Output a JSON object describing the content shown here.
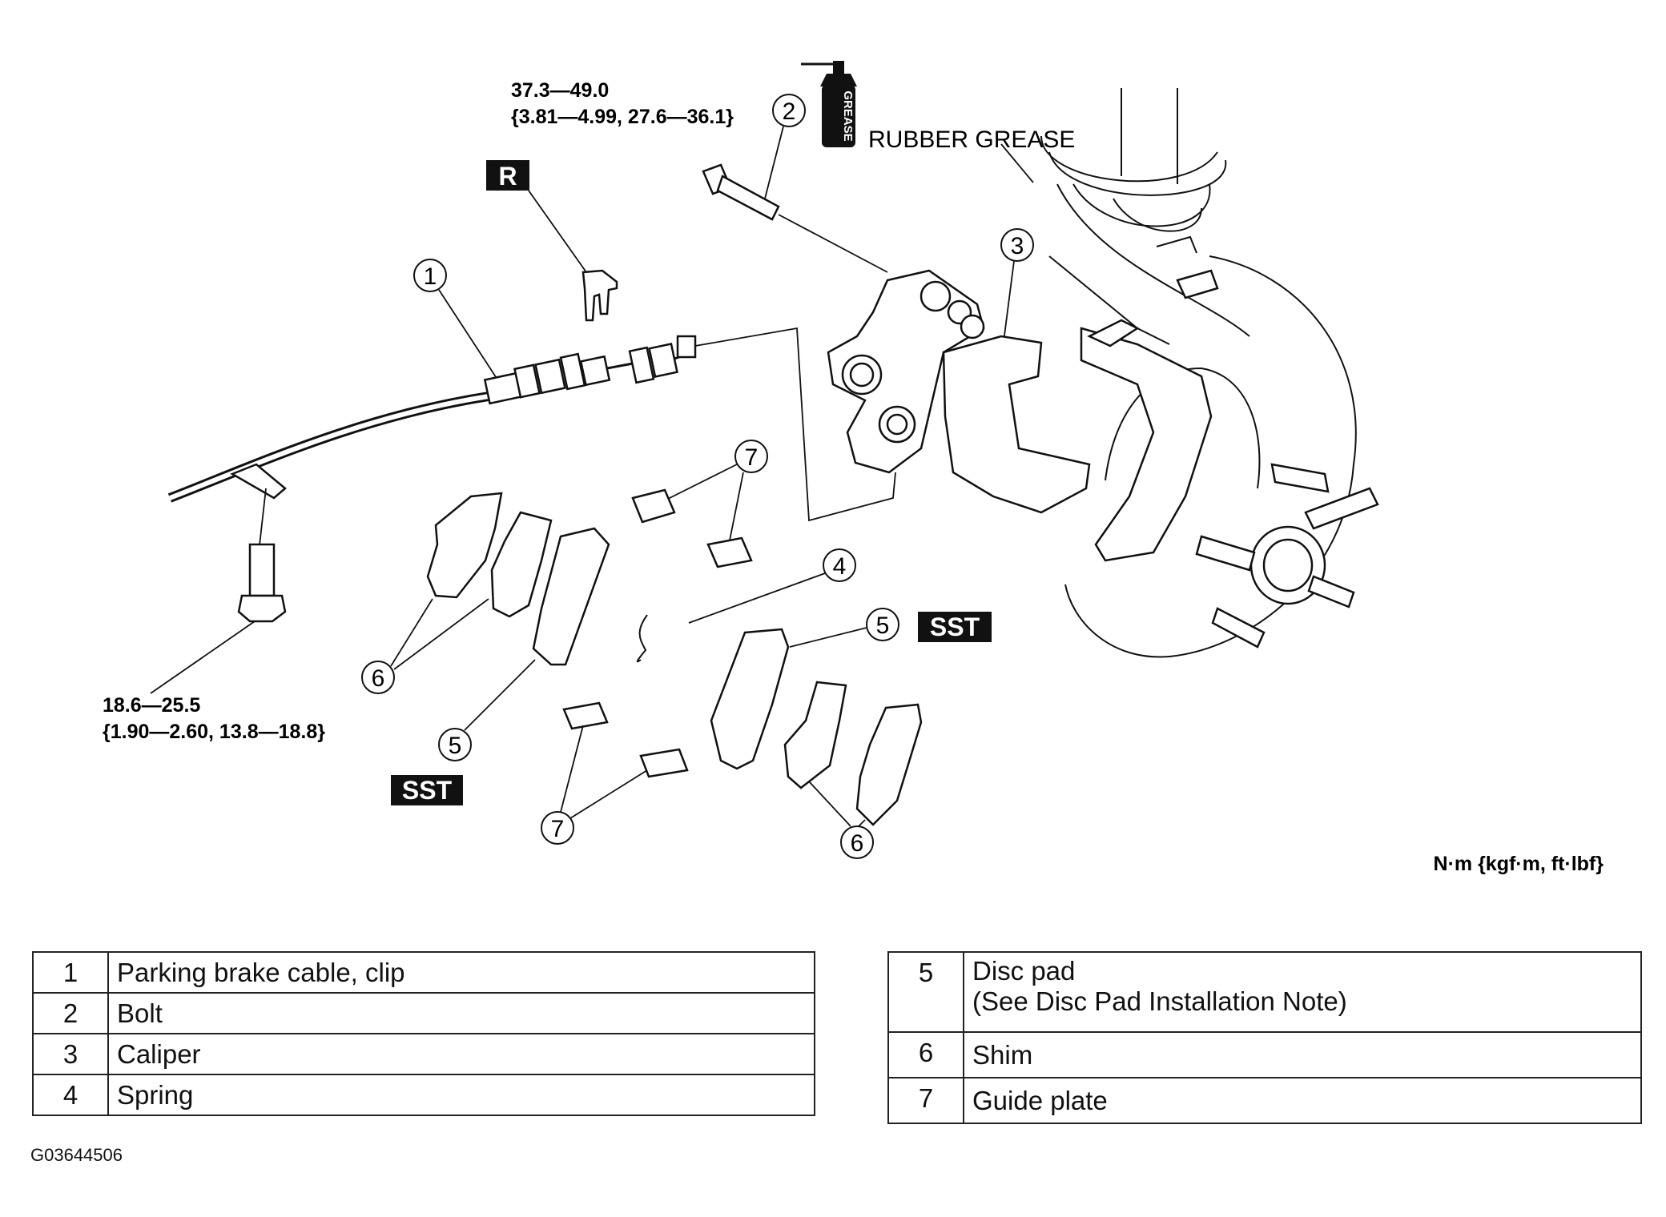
{
  "torque_top": {
    "line1": "37.3—49.0",
    "line2": "{3.81—4.99, 27.6—36.1}"
  },
  "torque_bottom": {
    "line1": "18.6—25.5",
    "line2": "{1.90—2.60, 13.8—18.8}"
  },
  "grease": {
    "can_label": "GREASE",
    "caption": "RUBBER GREASE"
  },
  "badges": {
    "r": "R",
    "sst_right": "SST",
    "sst_left": "SST"
  },
  "callouts": {
    "c1": "1",
    "c2": "2",
    "c3": "3",
    "c4": "4",
    "c5_right": "5",
    "c5_left": "5",
    "c6_left": "6",
    "c6_right": "6",
    "c7_top": "7",
    "c7_bottom": "7"
  },
  "units_note": "N·m {kgf·m, ft·lbf}",
  "legend_left": [
    {
      "num": "1",
      "name": "Parking brake cable, clip"
    },
    {
      "num": "2",
      "name": "Bolt"
    },
    {
      "num": "3",
      "name": "Caliper"
    },
    {
      "num": "4",
      "name": "Spring"
    }
  ],
  "legend_right": [
    {
      "num": "5",
      "name": "Disc pad",
      "note": "(See Disc Pad Installation Note)"
    },
    {
      "num": "6",
      "name": "Shim"
    },
    {
      "num": "7",
      "name": "Guide plate"
    }
  ],
  "figure_code": "G03644506"
}
